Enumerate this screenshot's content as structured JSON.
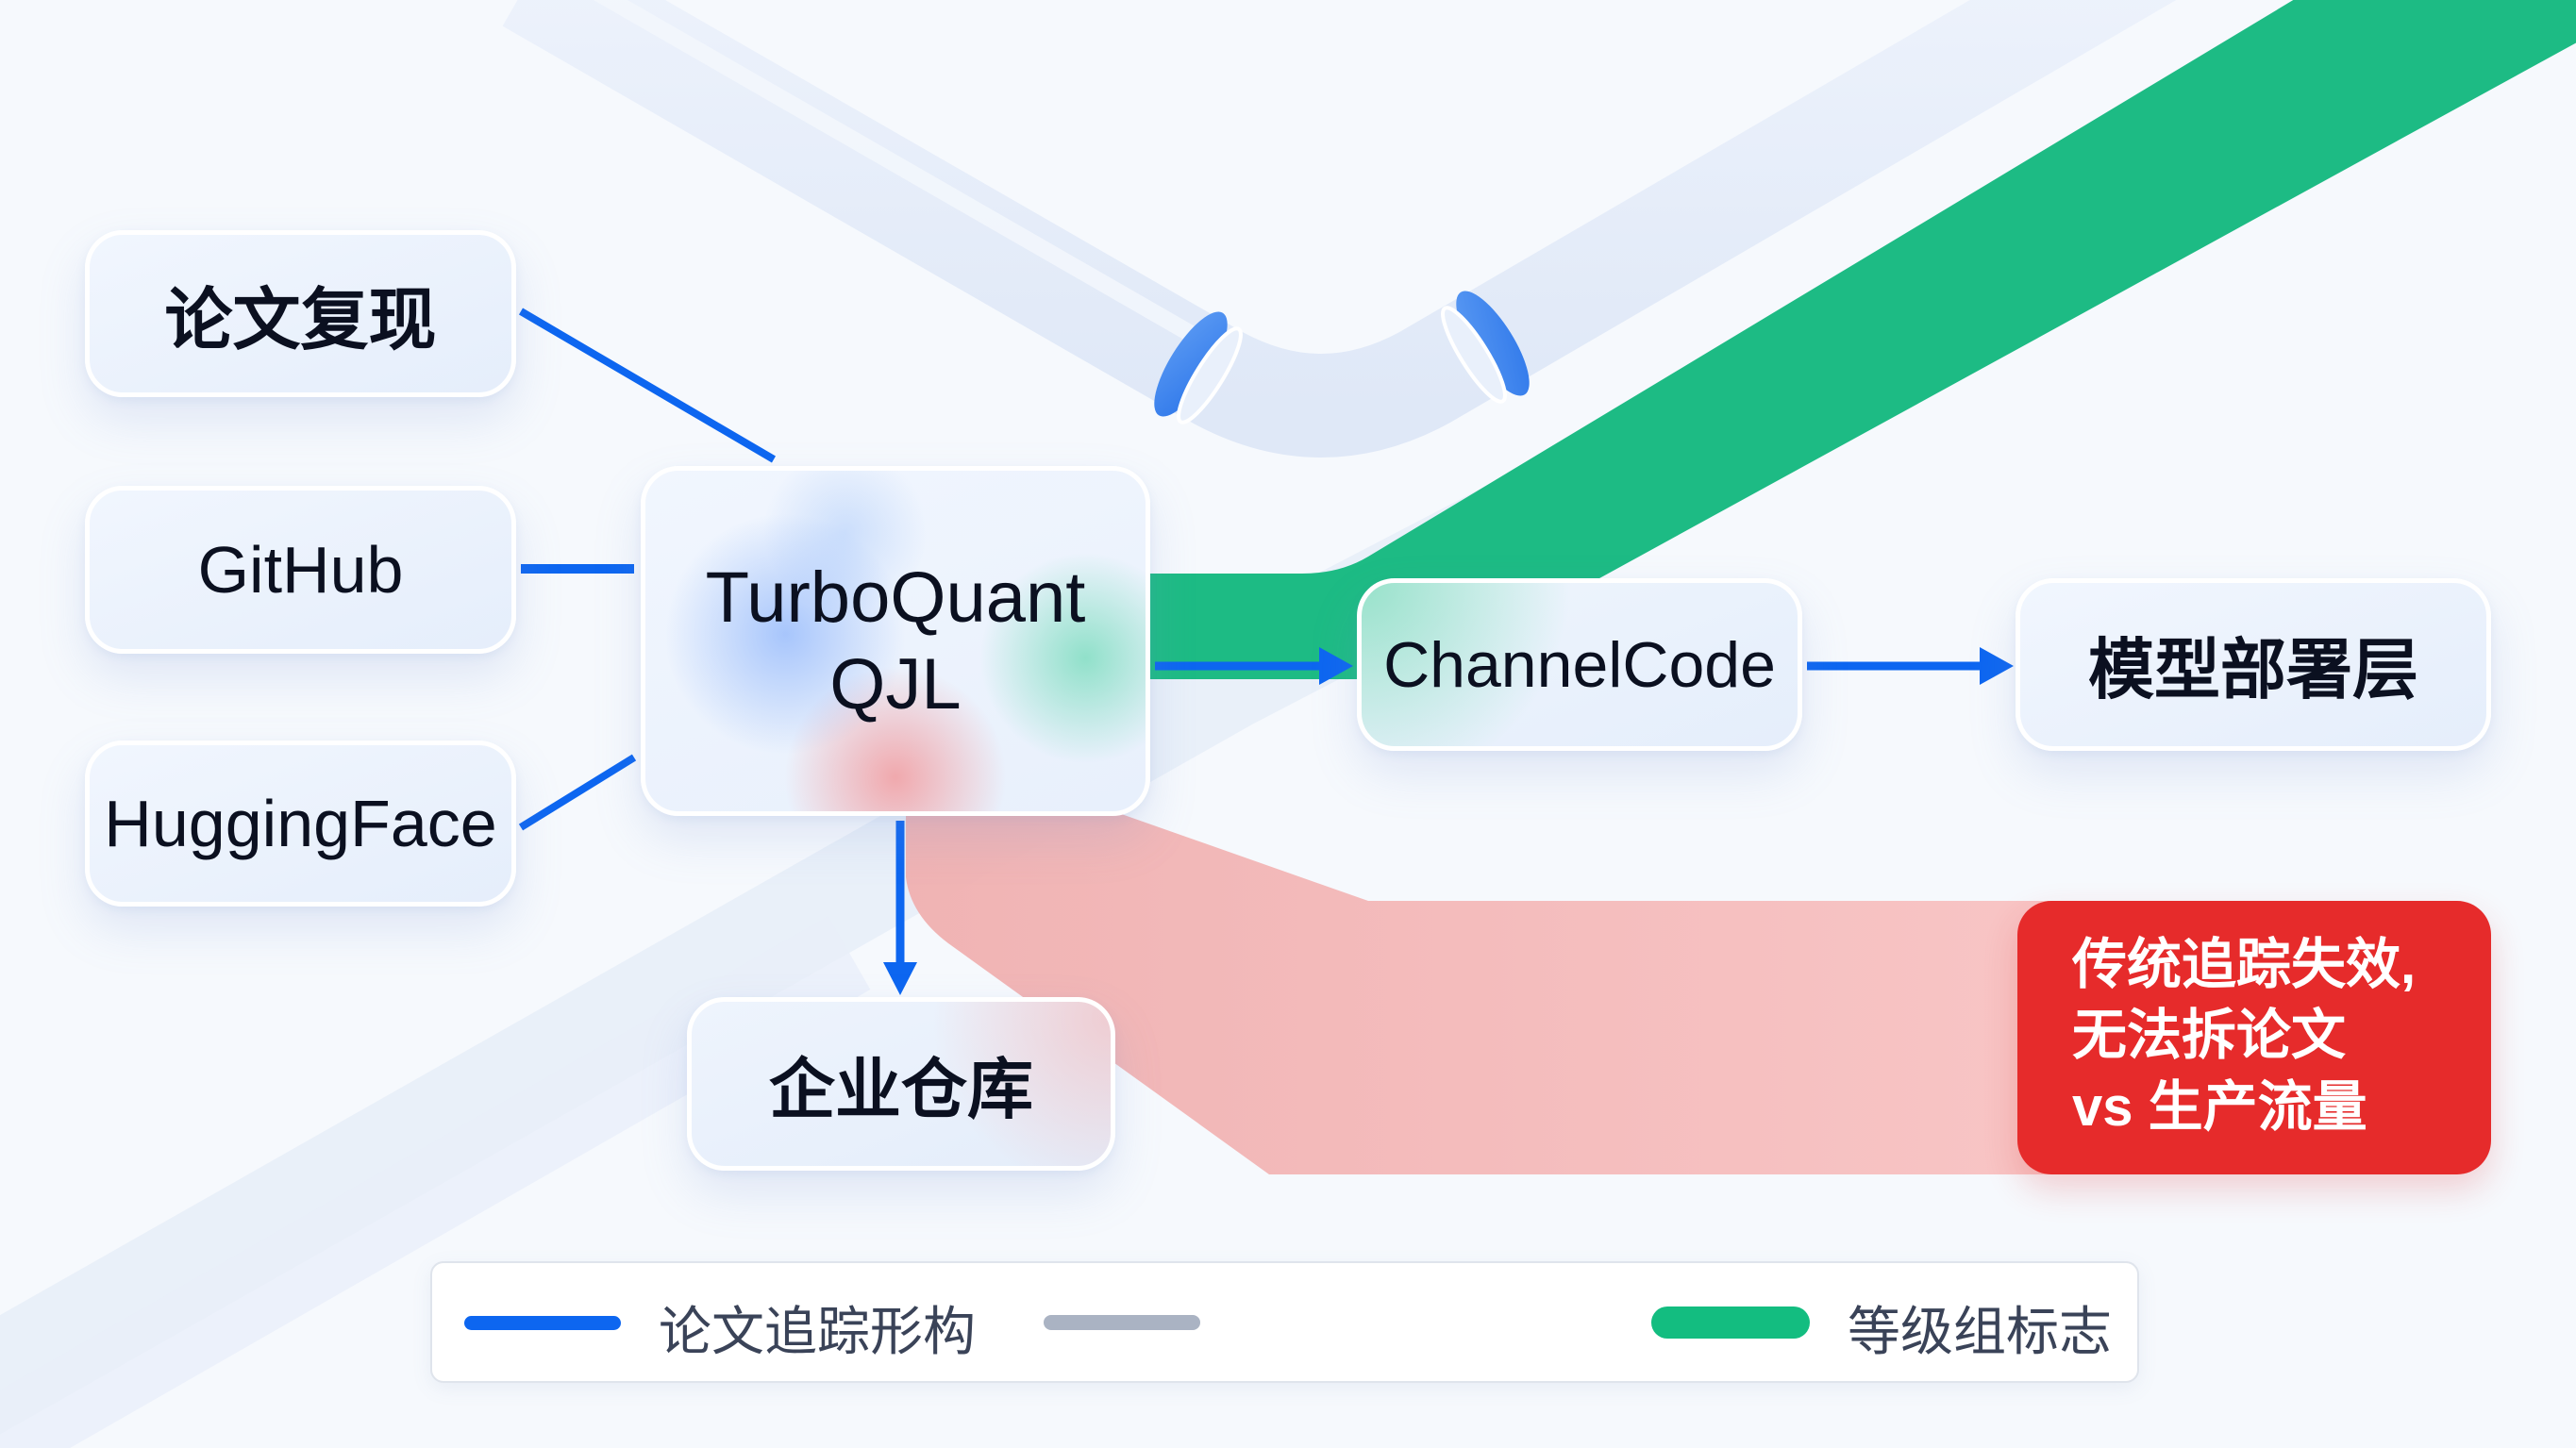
{
  "nodes": {
    "paper_reproduction": "论文复现",
    "github": "GitHub",
    "huggingface": "HuggingFace",
    "core": {
      "line1": "TurboQuant",
      "line2": "QJL"
    },
    "channel_code": "ChannelCode",
    "model_deploy": "模型部署层",
    "enterprise_repo": "企业仓库"
  },
  "alert": {
    "line1": "传统追踪失效,",
    "line2": "无法拆论文",
    "line3": "vs 生产流量"
  },
  "legend": {
    "items": [
      {
        "label": "论文追踪形构",
        "color": "#0d66f0"
      },
      {
        "label": "",
        "color": "#aab3c3"
      },
      {
        "label": "等级组标志",
        "color": "#13bd80"
      }
    ]
  },
  "colors": {
    "flow_blue": "#0d66f0",
    "highlight_green": "#1dbb84",
    "failure_red": "#e62b2b",
    "failure_band": "#f5b8b8",
    "pipe": "#e3ebf8",
    "pipe_clamp": "#3d84ee"
  }
}
